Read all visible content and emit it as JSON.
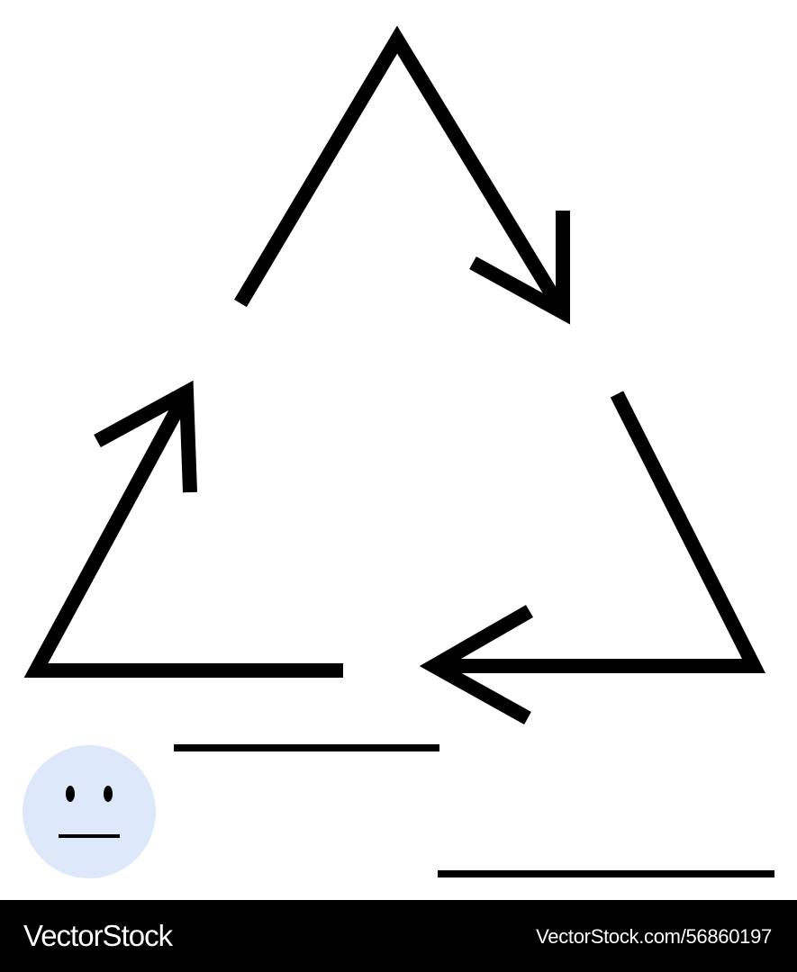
{
  "illustration": {
    "subject": "recycle-triangle-arrows",
    "stroke_color": "#000000",
    "face": {
      "expression": "neutral",
      "fill_color": "#dde8fa",
      "feature_color": "#000000"
    }
  },
  "footer": {
    "background_color": "#000000",
    "text_color": "#ffffff",
    "logo_text": "VectorStock",
    "image_id_text": "VectorStock.com/56860197"
  }
}
